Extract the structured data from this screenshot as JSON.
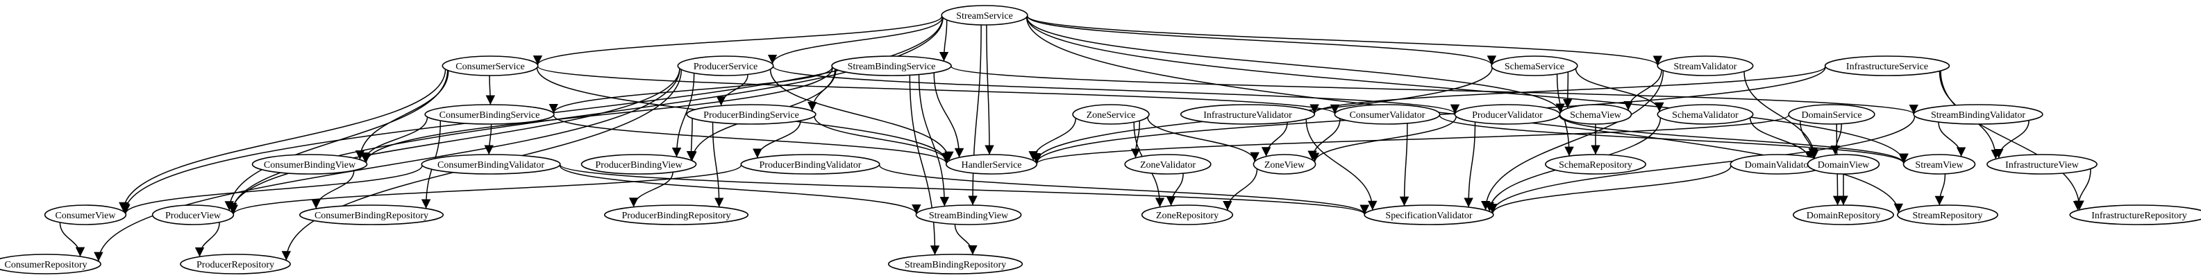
{
  "graph": {
    "nodes": [
      {
        "id": "StreamService",
        "label": "StreamService"
      },
      {
        "id": "ConsumerService",
        "label": "ConsumerService"
      },
      {
        "id": "ProducerService",
        "label": "ProducerService"
      },
      {
        "id": "StreamBindingService",
        "label": "StreamBindingService"
      },
      {
        "id": "SchemaService",
        "label": "SchemaService"
      },
      {
        "id": "StreamValidator",
        "label": "StreamValidator"
      },
      {
        "id": "InfrastructureService",
        "label": "InfrastructureService"
      },
      {
        "id": "ConsumerBindingService",
        "label": "ConsumerBindingService"
      },
      {
        "id": "ProducerBindingService",
        "label": "ProducerBindingService"
      },
      {
        "id": "ZoneService",
        "label": "ZoneService"
      },
      {
        "id": "InfrastructureValidator",
        "label": "InfrastructureValidator"
      },
      {
        "id": "ConsumerValidator",
        "label": "ConsumerValidator"
      },
      {
        "id": "ProducerValidator",
        "label": "ProducerValidator"
      },
      {
        "id": "SchemaView",
        "label": "SchemaView"
      },
      {
        "id": "SchemaValidator",
        "label": "SchemaValidator"
      },
      {
        "id": "DomainService",
        "label": "DomainService"
      },
      {
        "id": "StreamBindingValidator",
        "label": "StreamBindingValidator"
      },
      {
        "id": "HandlerService",
        "label": "HandlerService"
      },
      {
        "id": "ConsumerBindingView",
        "label": "ConsumerBindingView"
      },
      {
        "id": "ConsumerBindingValidator",
        "label": "ConsumerBindingValidator"
      },
      {
        "id": "ProducerBindingView",
        "label": "ProducerBindingView"
      },
      {
        "id": "ProducerBindingValidator",
        "label": "ProducerBindingValidator"
      },
      {
        "id": "ZoneValidator",
        "label": "ZoneValidator"
      },
      {
        "id": "ZoneView",
        "label": "ZoneView"
      },
      {
        "id": "SchemaRepository",
        "label": "SchemaRepository"
      },
      {
        "id": "DomainValidator",
        "label": "DomainValidator"
      },
      {
        "id": "DomainView",
        "label": "DomainView"
      },
      {
        "id": "StreamView",
        "label": "StreamView"
      },
      {
        "id": "InfrastructureView",
        "label": "InfrastructureView"
      },
      {
        "id": "ConsumerView",
        "label": "ConsumerView"
      },
      {
        "id": "ProducerView",
        "label": "ProducerView"
      },
      {
        "id": "ConsumerBindingRepository",
        "label": "ConsumerBindingRepository"
      },
      {
        "id": "ProducerBindingRepository",
        "label": "ProducerBindingRepository"
      },
      {
        "id": "StreamBindingView",
        "label": "StreamBindingView"
      },
      {
        "id": "ZoneRepository",
        "label": "ZoneRepository"
      },
      {
        "id": "SpecificationValidator",
        "label": "SpecificationValidator"
      },
      {
        "id": "DomainRepository",
        "label": "DomainRepository"
      },
      {
        "id": "StreamRepository",
        "label": "StreamRepository"
      },
      {
        "id": "InfrastructureRepository",
        "label": "InfrastructureRepository"
      },
      {
        "id": "ConsumerRepository",
        "label": "ConsumerRepository"
      },
      {
        "id": "ProducerRepository",
        "label": "ProducerRepository"
      },
      {
        "id": "StreamBindingRepository",
        "label": "StreamBindingRepository"
      }
    ],
    "edges": [
      [
        "StreamService",
        "ConsumerService"
      ],
      [
        "StreamService",
        "ProducerService"
      ],
      [
        "StreamService",
        "StreamBindingService"
      ],
      [
        "StreamService",
        "SchemaService"
      ],
      [
        "StreamService",
        "StreamValidator"
      ],
      [
        "StreamService",
        "HandlerService"
      ],
      [
        "StreamService",
        "SchemaView"
      ],
      [
        "StreamService",
        "StreamView"
      ],
      [
        "StreamService",
        "StreamRepository"
      ],
      [
        "StreamService",
        "ConsumerView"
      ],
      [
        "StreamService",
        "ProducerView"
      ],
      [
        "StreamService",
        "StreamBindingView"
      ],
      [
        "ConsumerService",
        "ConsumerBindingService"
      ],
      [
        "ConsumerService",
        "HandlerService"
      ],
      [
        "ConsumerService",
        "ConsumerBindingView"
      ],
      [
        "ConsumerService",
        "ConsumerView"
      ],
      [
        "ConsumerService",
        "ProducerView"
      ],
      [
        "ConsumerService",
        "ConsumerValidator"
      ],
      [
        "ProducerService",
        "ProducerBindingService"
      ],
      [
        "ProducerService",
        "HandlerService"
      ],
      [
        "ProducerService",
        "ProducerBindingView"
      ],
      [
        "ProducerService",
        "ProducerView"
      ],
      [
        "ProducerService",
        "ProducerRepository"
      ],
      [
        "ProducerService",
        "ConsumerRepository"
      ],
      [
        "ProducerService",
        "ProducerValidator"
      ],
      [
        "StreamBindingService",
        "ConsumerBindingService"
      ],
      [
        "StreamBindingService",
        "ProducerBindingService"
      ],
      [
        "StreamBindingService",
        "HandlerService"
      ],
      [
        "StreamBindingService",
        "StreamBindingView"
      ],
      [
        "StreamBindingService",
        "StreamBindingRepository"
      ],
      [
        "StreamBindingService",
        "ConsumerBindingView"
      ],
      [
        "StreamBindingService",
        "ProducerBindingView"
      ],
      [
        "StreamBindingService",
        "StreamBindingValidator"
      ],
      [
        "SchemaService",
        "SchemaView"
      ],
      [
        "SchemaService",
        "SchemaRepository"
      ],
      [
        "SchemaService",
        "SchemaValidator"
      ],
      [
        "SchemaService",
        "HandlerService"
      ],
      [
        "StreamValidator",
        "SchemaView"
      ],
      [
        "StreamValidator",
        "SpecificationValidator"
      ],
      [
        "StreamValidator",
        "DomainView"
      ],
      [
        "InfrastructureService",
        "InfrastructureView"
      ],
      [
        "InfrastructureService",
        "InfrastructureRepository"
      ],
      [
        "InfrastructureService",
        "InfrastructureValidator"
      ],
      [
        "InfrastructureService",
        "HandlerService"
      ],
      [
        "ConsumerBindingService",
        "ConsumerBindingView"
      ],
      [
        "ConsumerBindingService",
        "ConsumerBindingValidator"
      ],
      [
        "ConsumerBindingService",
        "ConsumerBindingRepository"
      ],
      [
        "ConsumerBindingService",
        "HandlerService"
      ],
      [
        "ProducerBindingService",
        "ProducerBindingView"
      ],
      [
        "ProducerBindingService",
        "ProducerBindingValidator"
      ],
      [
        "ProducerBindingService",
        "ProducerBindingRepository"
      ],
      [
        "ProducerBindingService",
        "HandlerService"
      ],
      [
        "ZoneService",
        "HandlerService"
      ],
      [
        "ZoneService",
        "ZoneValidator"
      ],
      [
        "ZoneService",
        "ZoneView"
      ],
      [
        "ZoneService",
        "ZoneRepository"
      ],
      [
        "InfrastructureValidator",
        "ZoneView"
      ],
      [
        "InfrastructureValidator",
        "SpecificationValidator"
      ],
      [
        "ConsumerValidator",
        "ZoneView"
      ],
      [
        "ConsumerValidator",
        "SpecificationValidator"
      ],
      [
        "ConsumerValidator",
        "StreamView"
      ],
      [
        "ProducerValidator",
        "ZoneView"
      ],
      [
        "ProducerValidator",
        "SpecificationValidator"
      ],
      [
        "ProducerValidator",
        "StreamView"
      ],
      [
        "SchemaView",
        "SchemaRepository"
      ],
      [
        "SchemaValidator",
        "SpecificationValidator"
      ],
      [
        "SchemaValidator",
        "DomainView"
      ],
      [
        "DomainService",
        "DomainValidator"
      ],
      [
        "DomainService",
        "DomainView"
      ],
      [
        "DomainService",
        "DomainRepository"
      ],
      [
        "DomainService",
        "HandlerService"
      ],
      [
        "StreamBindingValidator",
        "StreamView"
      ],
      [
        "StreamBindingValidator",
        "InfrastructureView"
      ],
      [
        "StreamBindingValidator",
        "SpecificationValidator"
      ],
      [
        "ConsumerBindingView",
        "ConsumerBindingRepository"
      ],
      [
        "ConsumerBindingValidator",
        "ConsumerView"
      ],
      [
        "ConsumerBindingValidator",
        "StreamBindingView"
      ],
      [
        "ConsumerBindingValidator",
        "SpecificationValidator"
      ],
      [
        "ProducerBindingView",
        "ProducerBindingRepository"
      ],
      [
        "ProducerBindingValidator",
        "ProducerView"
      ],
      [
        "ProducerBindingValidator",
        "SpecificationValidator"
      ],
      [
        "ZoneValidator",
        "ZoneRepository"
      ],
      [
        "ZoneView",
        "ZoneRepository"
      ],
      [
        "DomainValidator",
        "SpecificationValidator"
      ],
      [
        "DomainView",
        "DomainRepository"
      ],
      [
        "StreamView",
        "StreamRepository"
      ],
      [
        "InfrastructureView",
        "InfrastructureRepository"
      ],
      [
        "ConsumerView",
        "ConsumerRepository"
      ],
      [
        "ProducerView",
        "ProducerRepository"
      ],
      [
        "StreamBindingView",
        "StreamBindingRepository"
      ]
    ]
  }
}
